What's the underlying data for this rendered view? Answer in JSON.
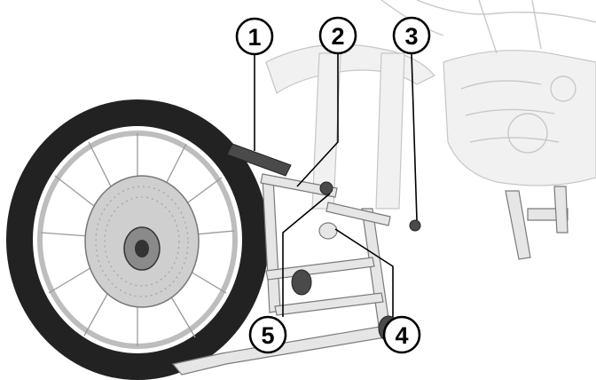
{
  "callouts": {
    "c1": "1",
    "c2": "2",
    "c3": "3",
    "c4": "4",
    "c5": "5"
  },
  "colors": {
    "line": "#000000",
    "tyre": "#222222",
    "metal": "#e6e6e6",
    "background": "#ffffff"
  }
}
